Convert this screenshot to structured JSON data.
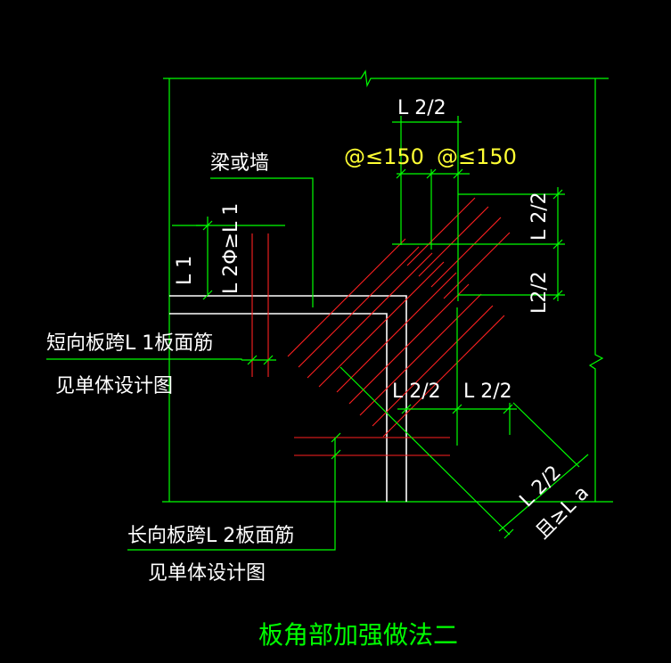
{
  "colors": {
    "background": "#000000",
    "frame": "#00ff00",
    "beam_wall": "#ffffff",
    "rebar": "#ff2020",
    "dim_text": "#ffff33",
    "title": "#00ff00"
  },
  "labels": {
    "beam_or_wall": "梁或墙",
    "anchor_dim": "L 2Φ≥L 1",
    "l1": "L 1",
    "short_span_line1": "短向板跨L 1板面筋",
    "short_span_line2": "见单体设计图",
    "long_span_line1": "长向板跨L 2板面筋",
    "long_span_line2": "见单体设计图",
    "top_half": "L 2/2",
    "spacing_left": "@≤150",
    "spacing_right": "@≤150",
    "right_half_upper": "L 2/2",
    "right_half_lower": "L2/2",
    "bottom_half_left": "L 2/2",
    "bottom_half_right": "L 2/2",
    "diag_half": "L 2/2",
    "diag_la": "且≥L a"
  },
  "title": "板角部加强做法二"
}
